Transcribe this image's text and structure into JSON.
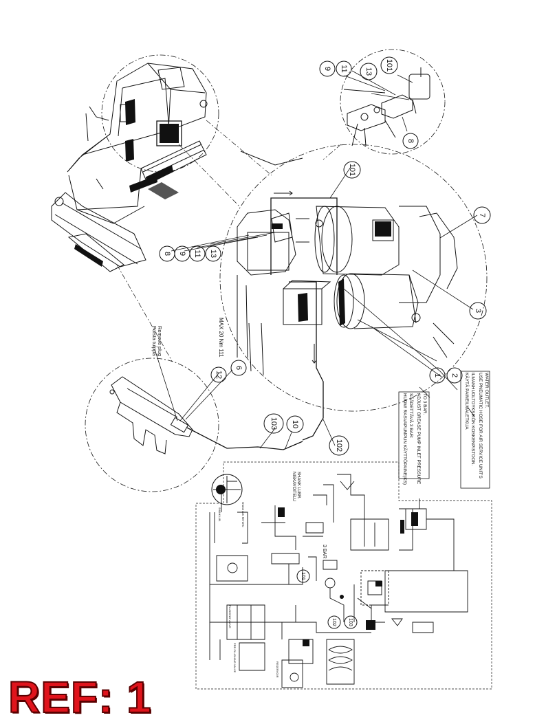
{
  "ref_label": "REF: 1",
  "balloons": {
    "b101_top": "101",
    "b13_top": "13",
    "b11_top": "11",
    "b9_top": "9",
    "b8_top": "8",
    "b101_mid": "101",
    "b7": "7",
    "b3": "3",
    "b2": "2",
    "b1": "1",
    "b8_left": "8",
    "b9_left": "9",
    "b11_left": "11",
    "b13_left": "13",
    "b6": "6",
    "b12": "12",
    "b103": "103",
    "b10": "10",
    "b102": "102",
    "b101_sch": "101",
    "b103_sch": "103",
    "b102_sch": "102"
  },
  "notes": {
    "remove_plug_fi": "Poista tulppa",
    "remove_plug_en": "Remove plug",
    "torque": "MAX 20 Nm 111",
    "grease_fi_1": "HUOM! RASVAPUMPUN KÄYTTÖPAINE(KS)",
    "grease_fi_2": "SÄÄDETTÄVÄ 3 BAR:",
    "grease_en_1": "ADJUST GREASE PUMP INLET PRESSURE",
    "grease_en_2": "TO 3 BAR.",
    "hose_fi_1": "KÄYTÄ PAINEILMALETKUA",
    "hose_fi_2": "ILMANHUOLTOYKSIKÖN KOSKENPISTOON.",
    "hose_en_1": "USE PNEUMATIC HOSE FOR AIR SERVICE UNIT'S",
    "hose_en_2": "WATER OUTLET."
  },
  "schematic": {
    "shank_lubr_fi": "NISKAVOITELU",
    "shank_lubr_en": "SHANK LUBR.",
    "pressure_3bar": "3 BAR",
    "flushing_valve": "FLUSHING VALVE",
    "preflushing_valve": "PRE-FLUSHING VALVE",
    "reservoir": "RESERVOIR",
    "shank_lub": "SHANK LUB.",
    "return": "SHANK LUB. RETURN"
  }
}
